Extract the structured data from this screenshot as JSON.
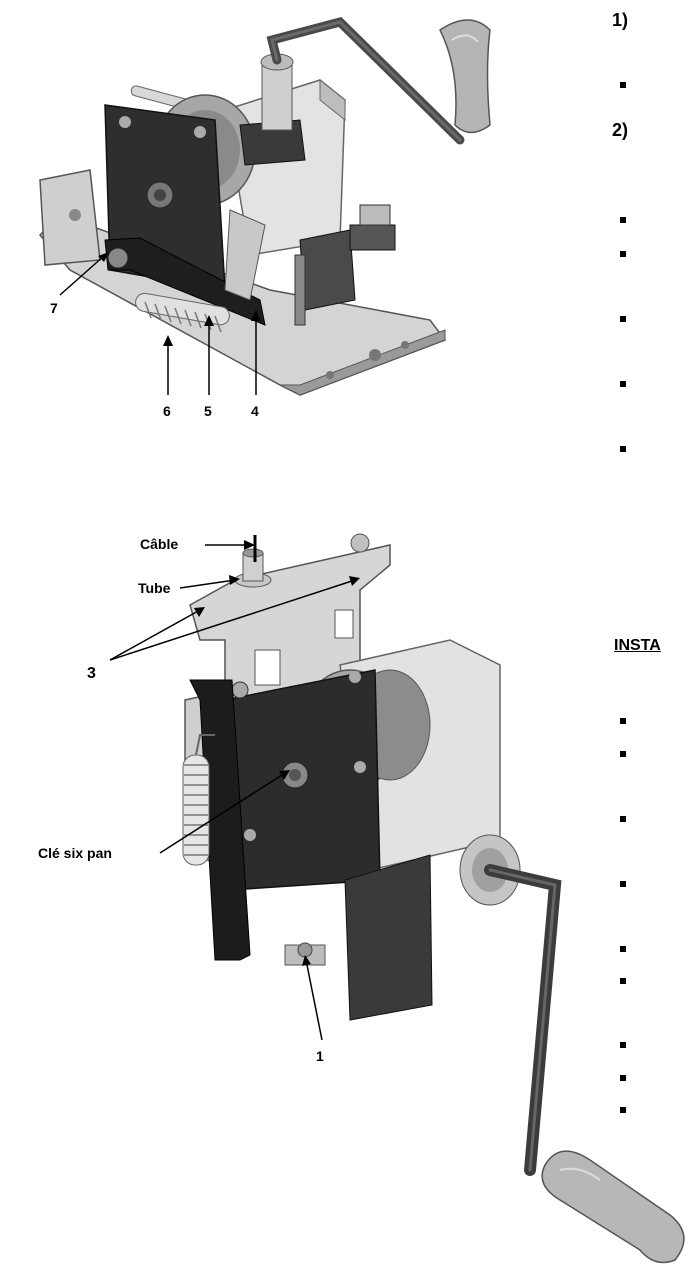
{
  "top_figure": {
    "callouts": [
      "7",
      "6",
      "5",
      "4"
    ]
  },
  "bottom_figure": {
    "callouts": {
      "cable": "Câble",
      "tube": "Tube",
      "three": "3",
      "hex_key": "Clé six pan",
      "one": "1"
    }
  },
  "right_column": {
    "step1": "1)",
    "step2": "2)",
    "install_heading": "INSTA"
  }
}
